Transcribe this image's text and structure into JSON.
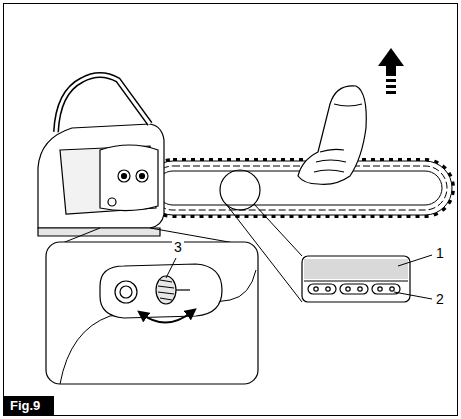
{
  "diagram": {
    "caption": "Fig.9",
    "labels": [
      "3",
      "1",
      "2"
    ]
  }
}
